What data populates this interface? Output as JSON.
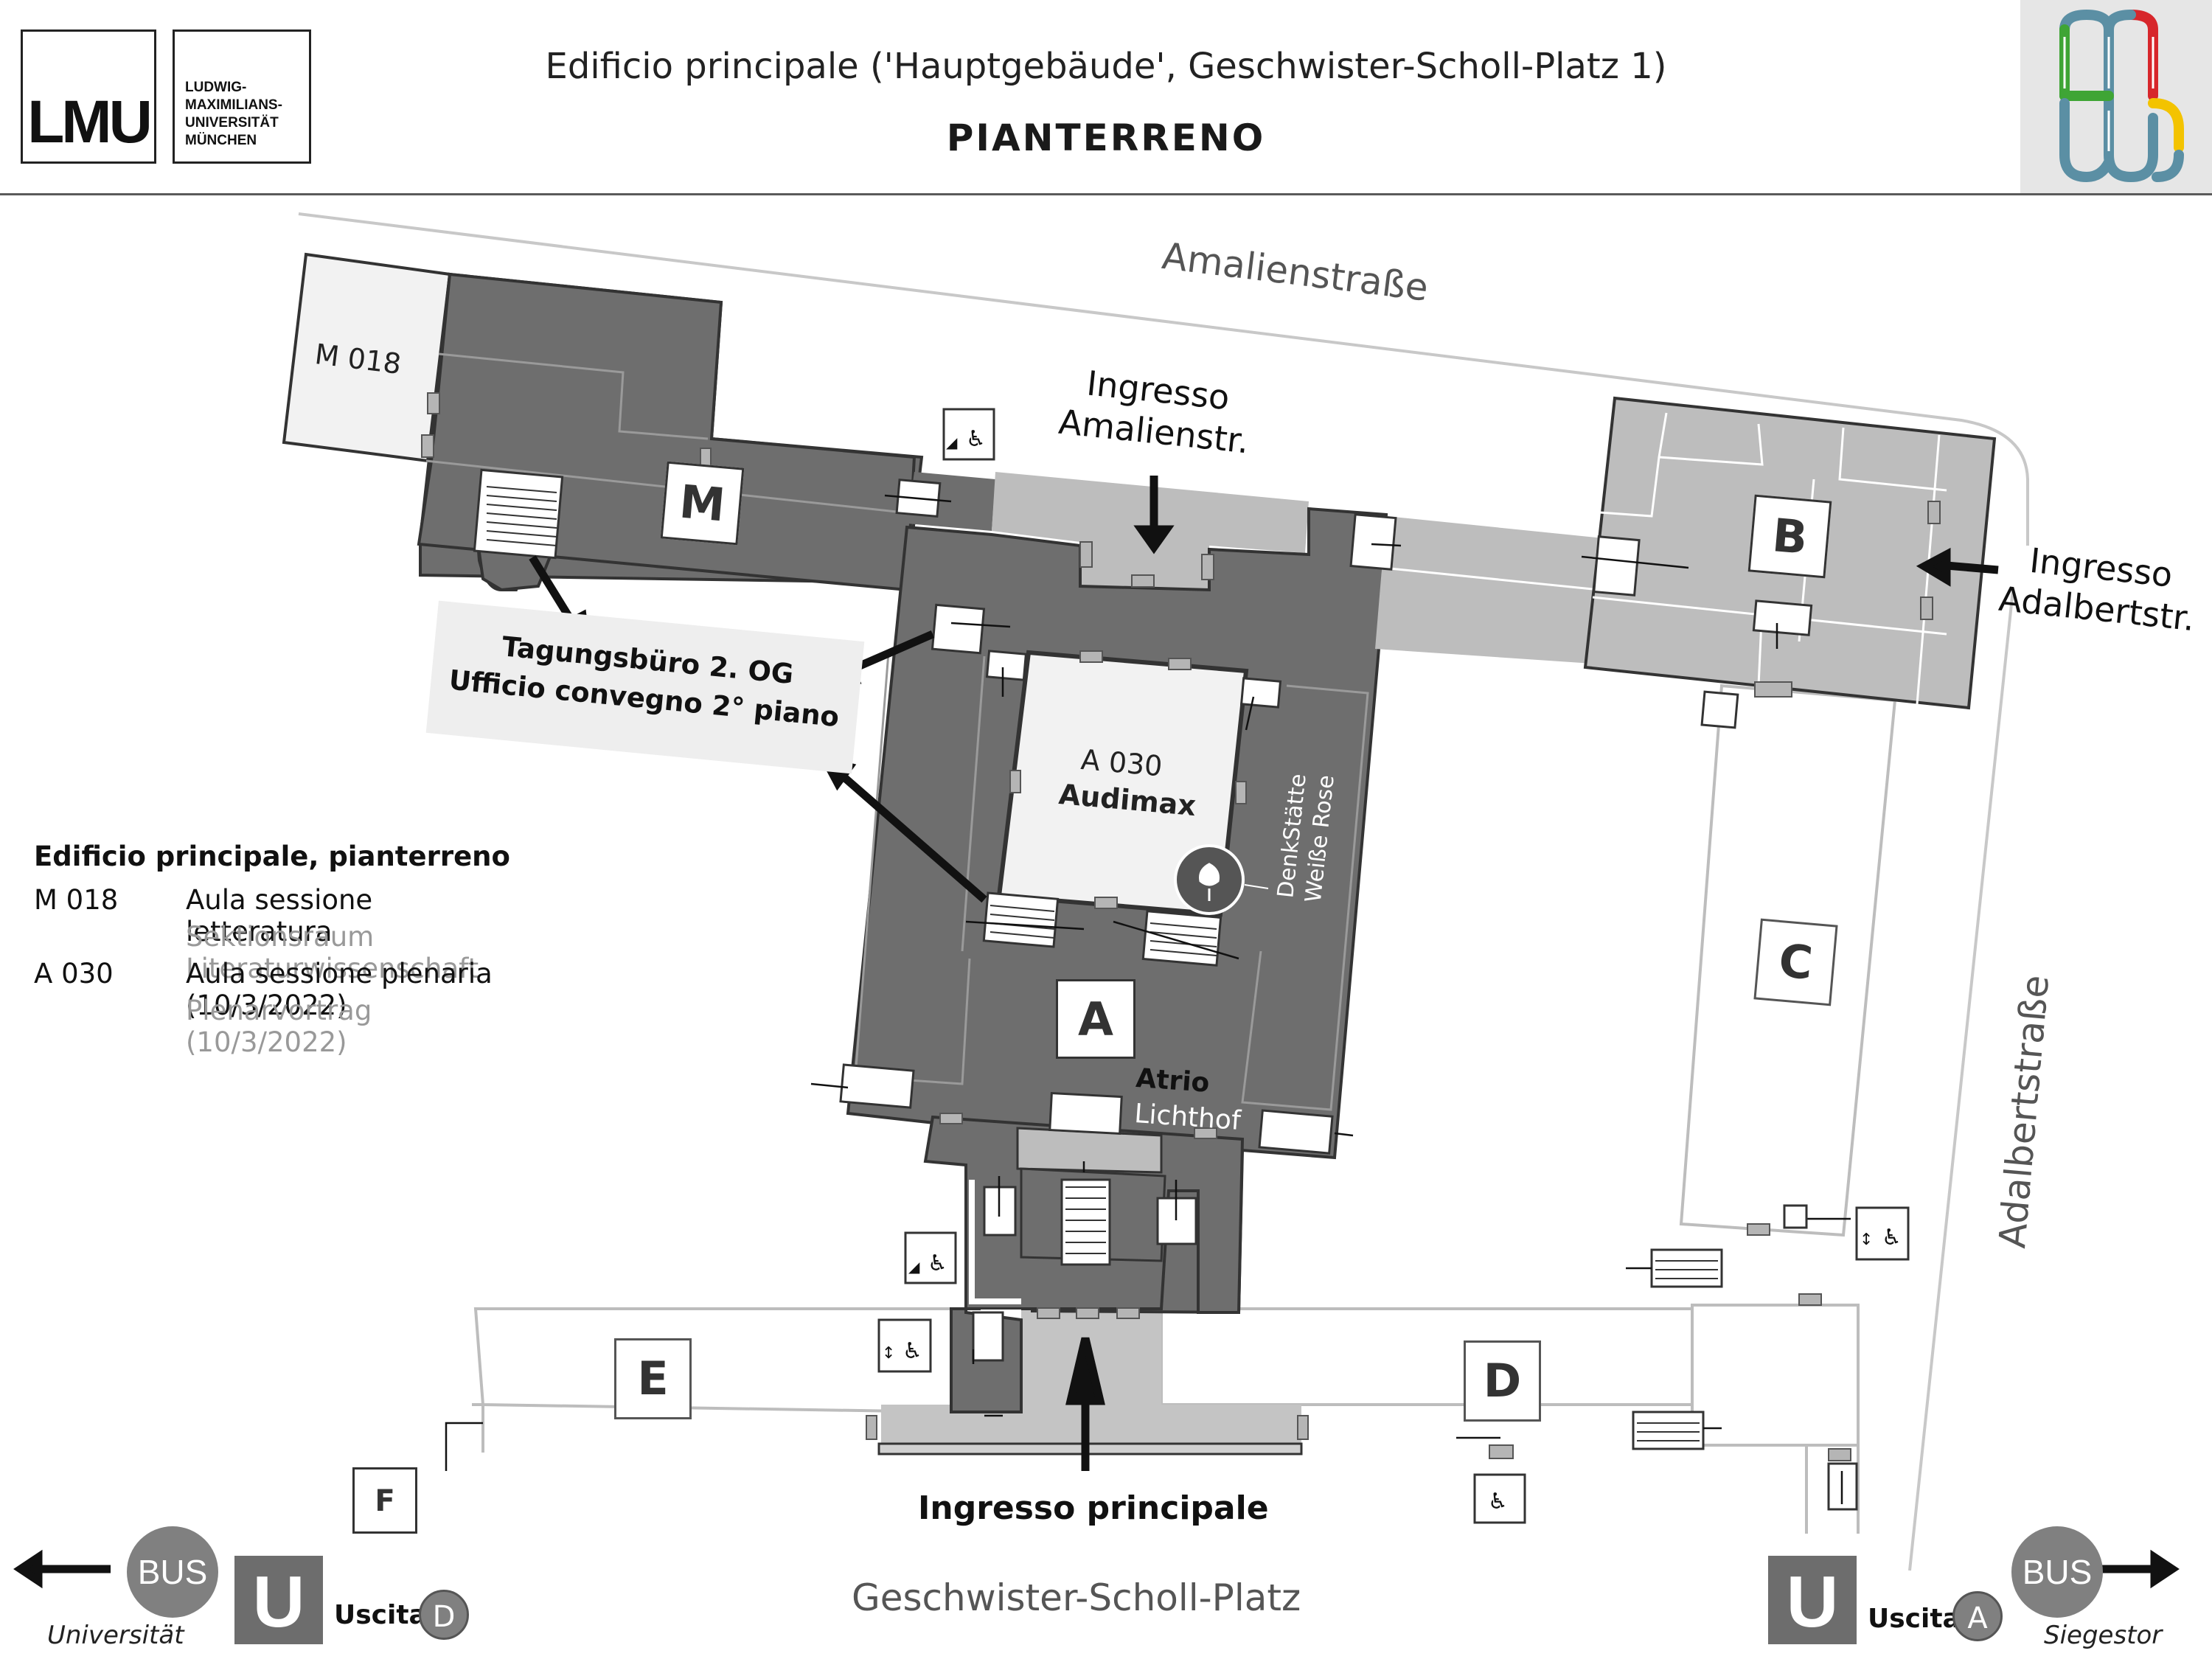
{
  "header": {
    "logo_text": "LMU",
    "university_name": [
      "LUDWIG-",
      "MAXIMILIANS-",
      "UNIVERSITÄT",
      "MÜNCHEN"
    ],
    "title": "Edificio principale ('Hauptgebäude', Geschwister-Scholl-Platz 1)",
    "subtitle": "PIANTERRENO"
  },
  "streets": {
    "north": "Amalienstraße",
    "east": "Adalbertstraße",
    "south": "Geschwister-Scholl-Platz"
  },
  "entrances": {
    "amalien": [
      "Ingresso",
      "Amalienstr."
    ],
    "adalbert": [
      "Ingresso",
      "Adalbertstr."
    ],
    "main": "Ingresso principale"
  },
  "buildings": {
    "M": "M",
    "B": "B",
    "C": "C",
    "A": "A",
    "D": "D",
    "E": "E",
    "F": "F"
  },
  "rooms": {
    "m018": "M 018",
    "a030_code": "A 030",
    "a030_name": "Audimax",
    "atrio": "Atrio",
    "lichthof": "Lichthof",
    "memorial": [
      "DenkStätte",
      "Weiße Rose"
    ]
  },
  "callout": {
    "line1": "Tagungsbüro 2. OG",
    "line2": "Ufficio convegno 2° piano"
  },
  "legend": {
    "heading": "Edificio principale, pianterreno",
    "items": [
      {
        "code": "M 018",
        "name": "Aula sessione letteratura",
        "sub": "Sektionsraum Literaturwissenschaft"
      },
      {
        "code": "A 030",
        "name": "Aula sessione plenaria (10/3/2022)",
        "sub": "Plenarvortrag (10/3/2022)"
      }
    ]
  },
  "transit": {
    "bus_label": "BUS",
    "metro_label": "U",
    "exit_label": "Uscita",
    "exit_left": "D",
    "exit_right": "A",
    "stop_left": "Universität",
    "stop_right": "Siegestor"
  },
  "icons": [
    "wheelchair-icon",
    "elevator-icon",
    "rose-icon",
    "stairs-icon",
    "direction-arrow-icon"
  ],
  "colors": {
    "dark_wing": "#6e6e6e",
    "light_wing": "#bdbdbd",
    "room_fill": "#f2f2f2",
    "outline": "#333333",
    "logo_green": "#3fa535",
    "logo_red": "#d7262b",
    "logo_yellow": "#f3c300",
    "logo_teal": "#5b8fa4"
  }
}
